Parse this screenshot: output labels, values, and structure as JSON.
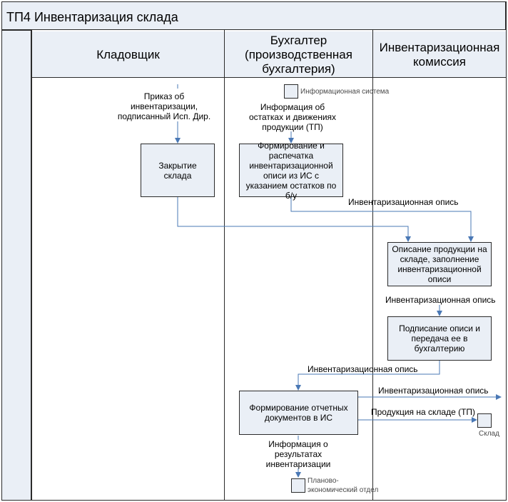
{
  "title": "ТП4 Инвентаризация склада",
  "lanes": [
    {
      "name": "Кладовщик"
    },
    {
      "name": "Бухгалтер (производственная бухгалтерия)"
    },
    {
      "name": "Инвентаризационная комиссия"
    }
  ],
  "tasks": {
    "closing": "Закрытие склада",
    "forming_inventory": "Формирование и распечатка инвентаризационной описи из ИС с указанием остатков по б/у",
    "describing": "Описание продукции на складе, заполнение инвентаризационной описи",
    "signing": "Подписание описи и передача ее в бухгалтерию",
    "reports": "Формирование отчетных документов в ИС"
  },
  "stores": {
    "info_system": "Информационная система",
    "warehouse": "Склад",
    "planning": "Планово-экономический отдел"
  },
  "flow_labels": {
    "order": "Приказ об инвентаризации, подписанный Исп. Дир.",
    "stock_info": "Информация об остатках и движениях продукции (ТП)",
    "inventory_1": "Инвентаризационная опись",
    "inventory_2": "Инвентаризационная опись",
    "inventory_3": "Инвентаризационная опись",
    "inventory_4": "Инвентаризационная опись",
    "products": "Продукция на складе (ТП)",
    "results": "Информация о результатах инвентаризации"
  }
}
